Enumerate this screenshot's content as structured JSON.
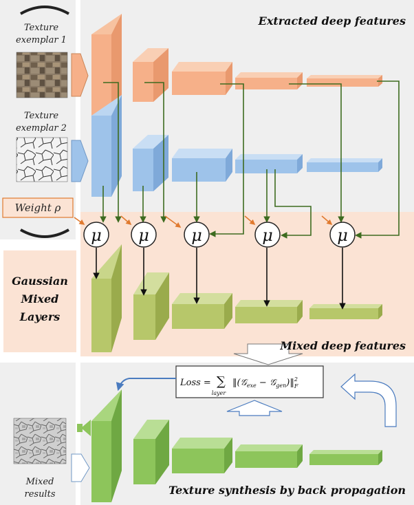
{
  "titles": {
    "extracted": "Extracted deep features",
    "mixed": "Mixed deep features",
    "synthesis": "Texture synthesis by back propagation"
  },
  "left_labels": {
    "exemplar1_line1": "Texture",
    "exemplar1_line2": "exemplar 1",
    "exemplar2_line1": "Texture",
    "exemplar2_line2": "exemplar 2",
    "weight": "Weight ρ",
    "gml_line1": "Gaussian",
    "gml_line2": "Mixed",
    "gml_line3": "Layers",
    "mixed_line1": "Mixed",
    "mixed_line2": "results"
  },
  "mu_symbol": "μ",
  "loss": {
    "lhs": "Loss =",
    "sum": "∑",
    "sum_sub": "layer",
    "norm_open": "‖(",
    "g_exe": "𝒢",
    "exe_sub": "exe",
    "minus": " − ",
    "g_gen": "𝒢",
    "gen_sub": "gen",
    "norm_close": ")‖",
    "sup": "2",
    "sub_f": "F"
  },
  "colors": {
    "orange_block": "#f6b089",
    "blue_block": "#9ec3ea",
    "olive_block": "#b7c76a",
    "green_block": "#8dc55b",
    "panel_gray": "#efefef",
    "panel_peach": "#fbe3d4",
    "arrow_green": "#3d6b1f",
    "arrow_orange": "#e07a2f"
  }
}
